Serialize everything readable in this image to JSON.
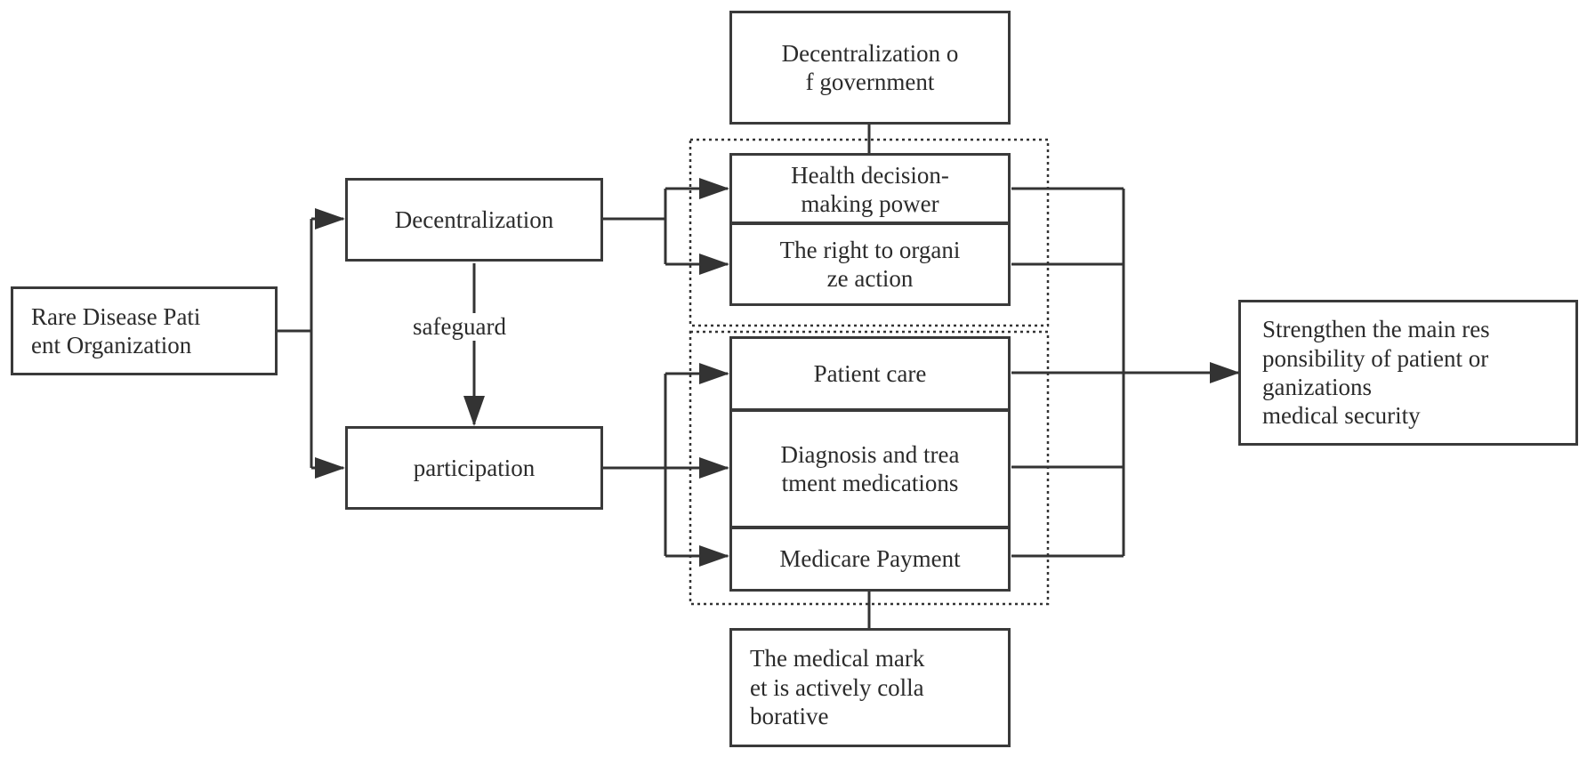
{
  "nodes": {
    "rare_disease_org": "Rare Disease Pati\nent Organization",
    "decentralization": "Decentralization",
    "participation": "participation",
    "decentralization_of_government": "Decentralization o\nf government",
    "health_decision_power": "Health decision-\nmaking power",
    "right_to_organize": "The right to organi\nze action",
    "patient_care": "Patient care",
    "diagnosis_treatment": "Diagnosis and trea\ntment medications",
    "medicare_payment": "Medicare Payment",
    "medical_market": "The medical mark\net is actively colla\nborative",
    "strengthen_responsibility": "Strengthen the main res\nponsibility of patient or\nganizations\nmedical security"
  },
  "edge_labels": {
    "safeguard": "safeguard"
  }
}
